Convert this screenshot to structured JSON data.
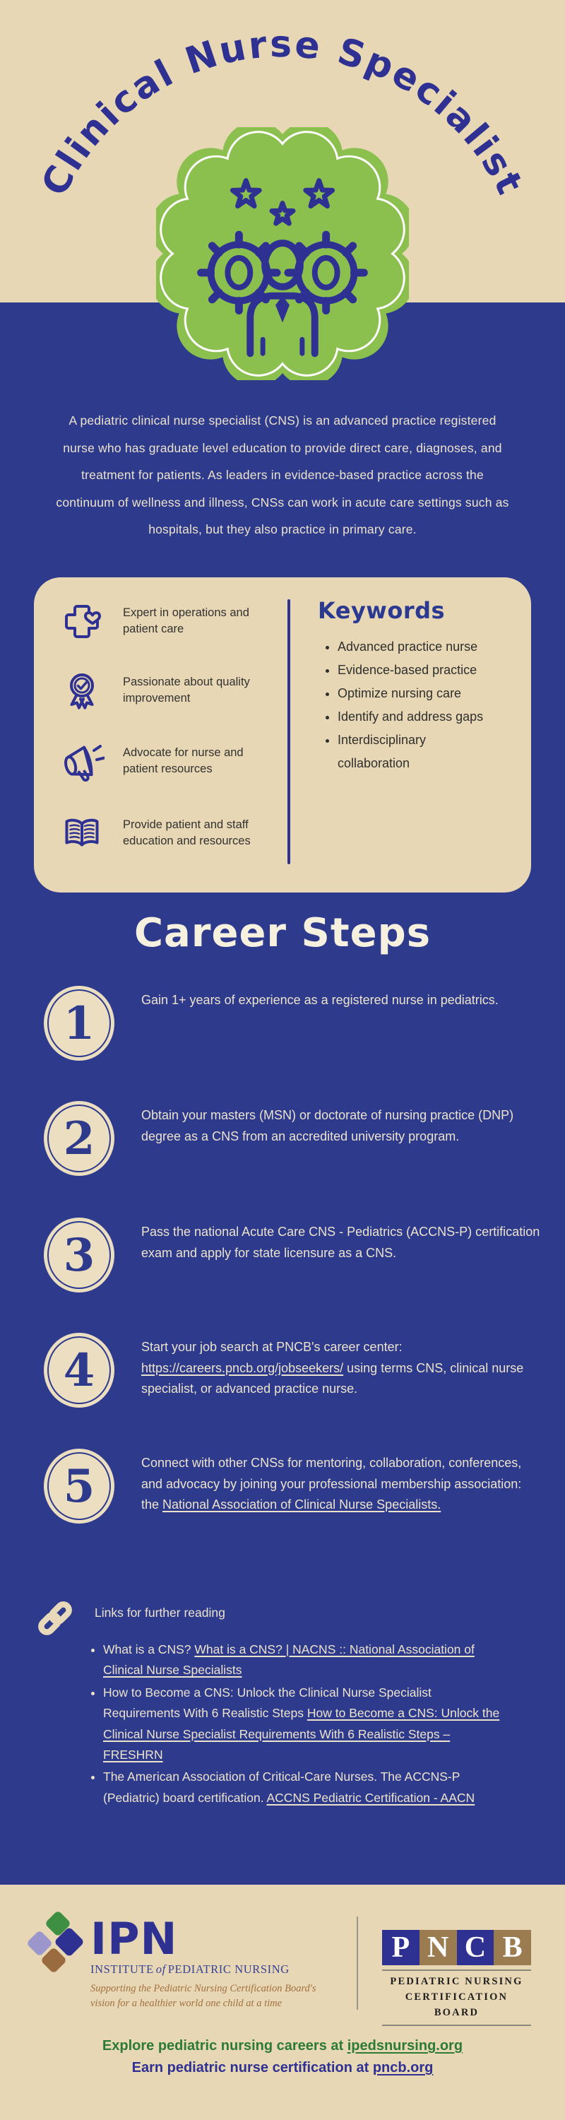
{
  "title": "Clinical Nurse Specialist",
  "intro": "A pediatric clinical nurse specialist (CNS) is an advanced practice registered nurse who has graduate level education to provide direct care, diagnoses, and treatment for patients. As leaders in evidence-based practice across the continuum of wellness and illness, CNSs can work in acute care settings such as hospitals, but they also practice in primary care.",
  "traits_card": {
    "items": [
      {
        "icon": "medical-cross-heart-icon",
        "label": "Expert in operations and patient care"
      },
      {
        "icon": "quality-ribbon-icon",
        "label": "Passionate about quality improvement"
      },
      {
        "icon": "megaphone-icon",
        "label": "Advocate for nurse and patient resources"
      },
      {
        "icon": "open-book-icon",
        "label": "Provide patient and staff education and resources"
      }
    ],
    "keywords_title": "Keywords",
    "keywords": [
      "Advanced practice nurse",
      "Evidence-based practice",
      "Optimize nursing care",
      "Identify and address gaps",
      "Interdisciplinary collaboration"
    ]
  },
  "career_steps": {
    "heading": "Career Steps",
    "steps": [
      {
        "number": "1",
        "text": "Gain 1+ years of experience as a registered nurse in pediatrics."
      },
      {
        "number": "2",
        "text": "Obtain your masters (MSN) or doctorate of nursing practice (DNP) degree as a CNS from an accredited university program."
      },
      {
        "number": "3",
        "text": "Pass the national Acute Care CNS - Pediatrics (ACCNS-P) certification exam and apply for state licensure as a CNS."
      },
      {
        "number": "4",
        "text_before": "Start your job search at PNCB's career center: ",
        "link": "https://careers.pncb.org/jobseekers/",
        "text_after": " using terms CNS, clinical nurse specialist, or advanced practice nurse."
      },
      {
        "number": "5",
        "text_before": "Connect with other CNSs for mentoring, collaboration, conferences, and advocacy by joining your professional membership association: the ",
        "link": "National Association of Clinical Nurse Specialists.",
        "text_after": ""
      }
    ]
  },
  "further_reading": {
    "heading": "Links for further reading",
    "links": [
      {
        "text_before": "What is a CNS? ",
        "link": "What is a CNS? | NACNS :: National Association of Clinical Nurse Specialists"
      },
      {
        "text_before": "How to Become a CNS: Unlock the Clinical Nurse Specialist Requirements With 6 Realistic Steps ",
        "link": "How to Become a CNS: Unlock the Clinical Nurse Specialist Requirements With 6 Realistic Steps – FRESHRN"
      },
      {
        "text_before": "The American Association of Critical-Care Nurses. The ACCNS-P (Pediatric) board certification. ",
        "link": "ACCNS Pediatric Certification - AACN"
      }
    ]
  },
  "footer": {
    "ipn": {
      "acronym": "IPN",
      "name_prefix": "INSTITUTE",
      "name_of": "of",
      "name_suffix": "PEDIATRIC NURSING",
      "tagline_line1": "Supporting the Pediatric Nursing Certification Board's",
      "tagline_line2": "vision for a healthier world one child at a time"
    },
    "pncb": {
      "letters": [
        "P",
        "N",
        "C",
        "B"
      ],
      "sub_line1": "PEDIATRIC NURSING",
      "sub_line2": "CERTIFICATION BOARD"
    },
    "cta_line1": {
      "text_before": "Explore pediatric nursing careers at ",
      "link": "ipedsnursing.org"
    },
    "cta_line2": {
      "text_before": "Earn pediatric nurse certification at ",
      "link": "pncb.org"
    }
  },
  "colors": {
    "background_blue": "#2e3a8c",
    "beige": "#e7d7b5",
    "badge_green": "#8bc04f",
    "brand_blue": "#2e3192",
    "footer_green": "#2c7a33",
    "brown": "#a3703f"
  }
}
